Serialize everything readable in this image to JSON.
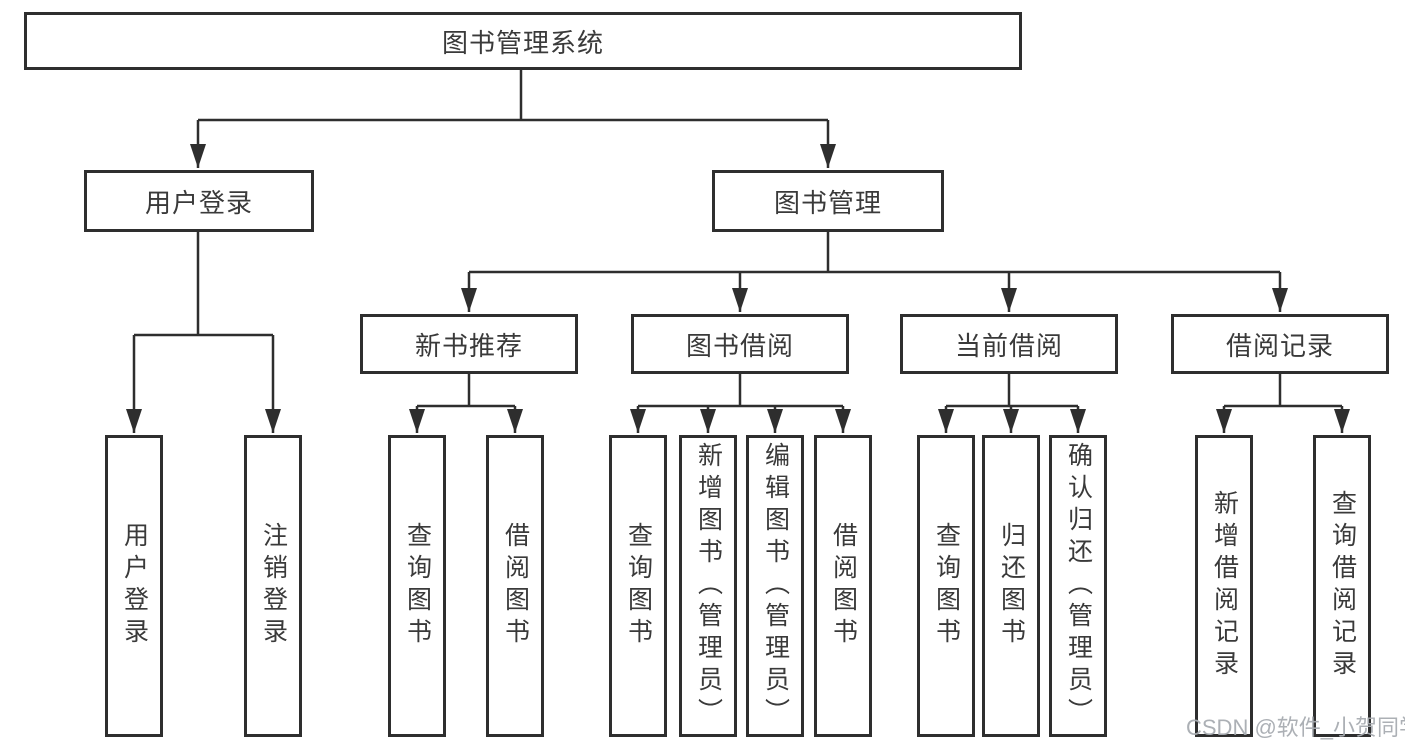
{
  "diagram": {
    "root": "图书管理系统",
    "level2": [
      "用户登录",
      "图书管理"
    ],
    "level3": [
      "新书推荐",
      "图书借阅",
      "当前借阅",
      "借阅记录"
    ],
    "leaves_user_login": [
      "用户登录",
      "注销登录"
    ],
    "leaves_new_book": [
      "查询图书",
      "借阅图书"
    ],
    "leaves_book_borrow": [
      "查询图书",
      "新增图书（管理员）",
      "编辑图书（管理员）",
      "借阅图书"
    ],
    "leaves_current_borrow": [
      "查询图书",
      "归还图书",
      "确认归还（管理员）"
    ],
    "leaves_borrow_records": [
      "新增借阅记录",
      "查询借阅记录"
    ]
  },
  "watermark": "CSDN @软件_小贺同学",
  "colors": {
    "line": "#2e2e2e",
    "box_border": "#2e2e2e",
    "box_fill": "#ffffff",
    "text": "#3a3a3a",
    "watermark": "#a8acb1"
  }
}
